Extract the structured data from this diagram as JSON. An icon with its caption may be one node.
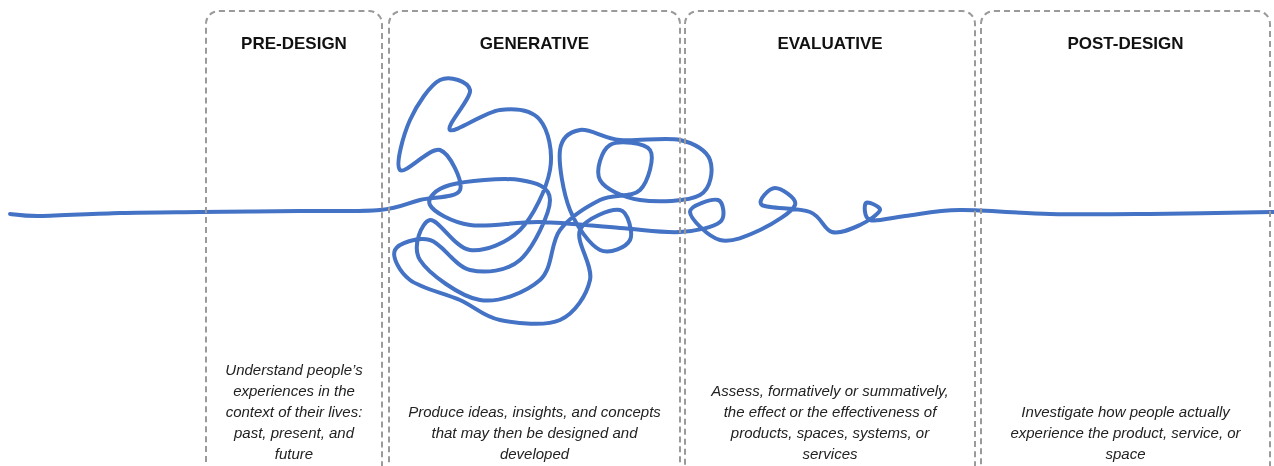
{
  "diagram": {
    "nodes": [
      {
        "text": [
          "PRE-DESIGN",
          "Understand people’s experiences in the context of their lives: past, present, and future"
        ]
      },
      {
        "text": [
          "GENERATIVE",
          "Produce ideas, insights, and concepts that may then be designed and developed"
        ]
      },
      {
        "text": [
          "EVALUATIVE",
          "Assess, formatively or summatively, the effect or the effectiveness of products, spaces, systems, or services"
        ]
      },
      {
        "text": [
          "POST-DESIGN",
          "Investigate how people actually experience the product, service, or space"
        ]
      }
    ]
  }
}
